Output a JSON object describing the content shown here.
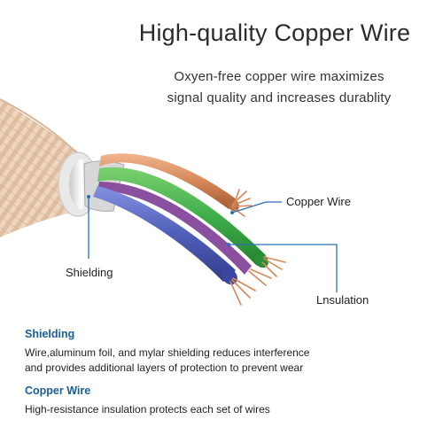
{
  "header": {
    "title": "High-quality Copper Wire",
    "subtitle_line1": "Oxyen-free copper wire maximizes",
    "subtitle_line2": "signal quality and increases durablity"
  },
  "callouts": {
    "copper_wire": "Copper Wire",
    "shielding": "Shielding",
    "insulation": "Lnsulation"
  },
  "colors": {
    "accent_blue": "#1a5d95",
    "callout_line": "#2a6fb3",
    "braid": "#e8c7ad",
    "copper": "#c97a4c",
    "green_insulation": "#3fae4a",
    "blue_insulation": "#4f5fb8",
    "purple_insulation": "#8b4fa0"
  },
  "sections": [
    {
      "heading": "Shielding",
      "lines": [
        "Wire,aluminum foil, and mylar shielding reduces interference",
        "and provides additional layers of protection to prevent wear"
      ]
    },
    {
      "heading": "Copper Wire",
      "lines": [
        "High-resistance insulation protects each set of wires"
      ]
    }
  ]
}
